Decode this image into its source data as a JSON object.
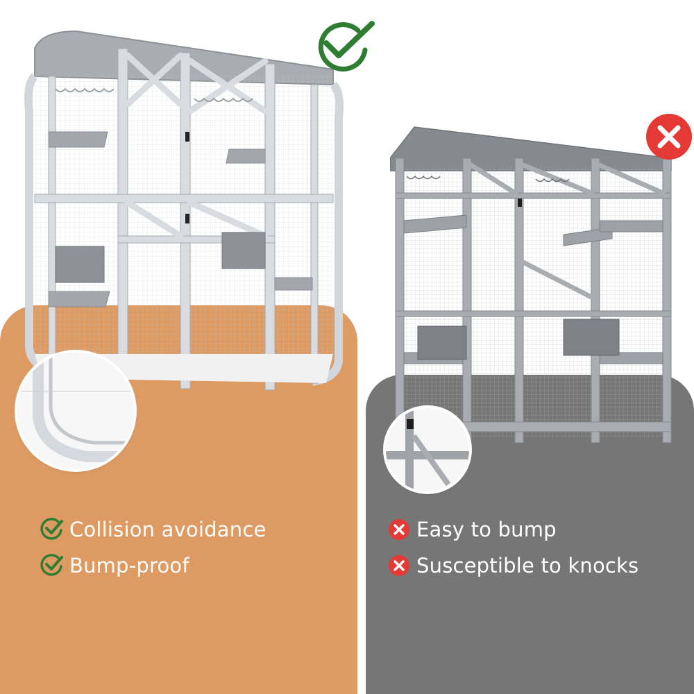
{
  "pros": {
    "items": [
      {
        "label": "Collision avoidance"
      },
      {
        "label": "Bump-proof"
      }
    ]
  },
  "cons": {
    "items": [
      {
        "label": "Easy to bump"
      },
      {
        "label": "Susceptible to knocks"
      }
    ]
  },
  "colors": {
    "accent_orange": "#dd9a62",
    "neutral_gray": "#767676",
    "check_green": "#2e7d32",
    "cross_red": "#e53935"
  }
}
